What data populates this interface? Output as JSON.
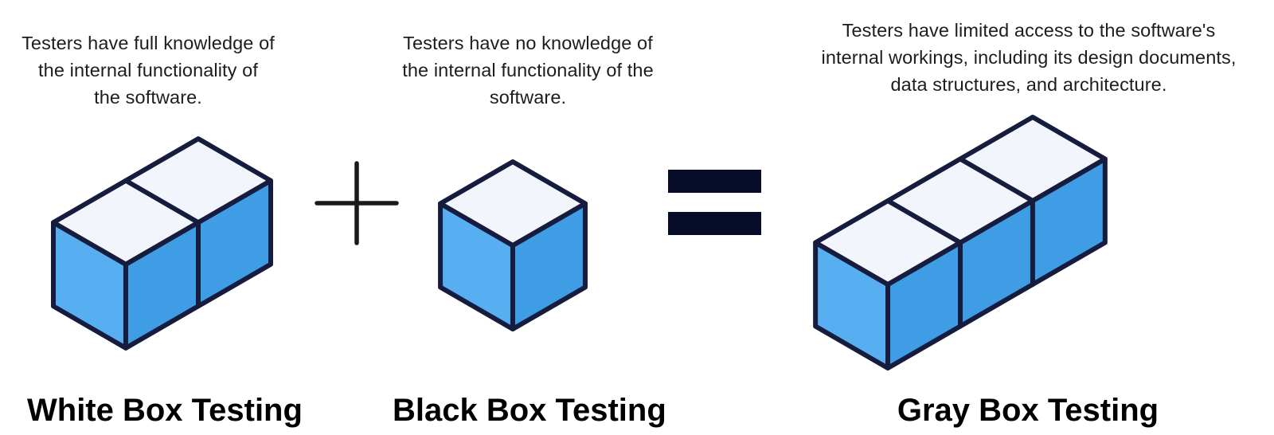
{
  "diagram": {
    "panels": [
      {
        "name": "white-box",
        "description_lines": [
          "Testers have full knowledge of",
          "the internal functionality of",
          "the software."
        ],
        "label": "White Box Testing",
        "cube_count": 2
      },
      {
        "name": "black-box",
        "description_lines": [
          "Testers have no knowledge of",
          "the internal functionality of the",
          "software."
        ],
        "label": "Black Box Testing",
        "cube_count": 1
      },
      {
        "name": "gray-box",
        "description_lines": [
          "Testers have limited access to the software's",
          "internal workings, including its design documents,",
          "data structures, and architecture."
        ],
        "label": "Gray Box Testing",
        "cube_count": 3
      }
    ],
    "operators": [
      {
        "name": "plus",
        "symbol": "+"
      },
      {
        "name": "equals",
        "symbol": "="
      }
    ],
    "colors": {
      "background": "#FFFFFF",
      "cube_top": "#F2F5FB",
      "cube_left": "#57AFF2",
      "cube_front": "#3E9DE4",
      "cube_outline": "#151C3E",
      "operator_plus": "#1A1A1A",
      "operator_equals": "#070D28",
      "text": "#1D1D1D",
      "label": "#000000"
    }
  }
}
